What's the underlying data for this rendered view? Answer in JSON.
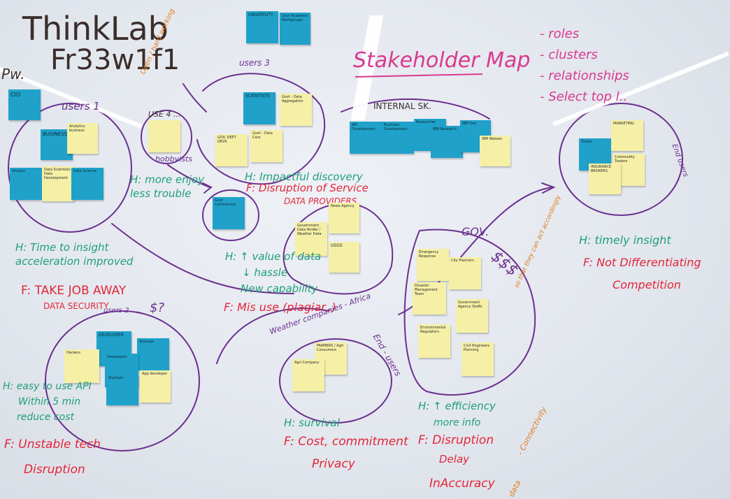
{
  "board": {
    "colors": {
      "board": "#e6e9ef",
      "ink_dark": "#3b2d2b",
      "ink_purple": "#6b2f8f",
      "ink_green": "#1fa07a",
      "ink_red": "#e3263a",
      "ink_magenta": "#d9398f",
      "ink_orange": "#e07a1f",
      "sticky_yellow": "#f5f0a6",
      "sticky_blue": "#1fa1c9"
    }
  },
  "header": {
    "title_line1": "ThinkLab",
    "title_line2": "Fr33w1f1",
    "side_label": "Pw."
  },
  "stakeholder_map": {
    "title": "Stakeholder Map",
    "agenda": [
      "- roles",
      "- clusters",
      "- relationships",
      "- Select top l.."
    ]
  },
  "clusters": {
    "users1": {
      "label": "users 1",
      "notes": [
        "CIO",
        "BUSINESS",
        "Analytics business",
        "Analyst",
        "Data Scientists Data Development",
        "Data Science"
      ],
      "h": "H: Time to insight acceleration improved",
      "f1": "F: TAKE JOB AWAY",
      "f2": "DATA SECURITY"
    },
    "users4": {
      "label": "USE 4 ...",
      "side_note": "Open / hard working",
      "bottom_label": "hobbyists",
      "h": "H: more enjoy less trouble"
    },
    "users3": {
      "label": "users 3",
      "notes": [
        "SCIENTISTS",
        "Govt - Data Aggregation",
        "GOV. DEPT DEVS",
        "Govt - Data Care"
      ],
      "h": "H: Impactful discovery"
    },
    "university": {
      "notes": [
        "UNIVERSITY",
        "Govt Academic Workgroups"
      ]
    },
    "internal": {
      "label": "INTERNAL SK.",
      "notes": [
        "API Development",
        "Business Development",
        "Researcher",
        "IBM Research",
        "IBM Dev",
        "IBM Watson"
      ]
    },
    "end_user": {
      "label": "End users",
      "notes": [
        "Trader",
        "MARKETING",
        "Commodity Traders",
        "INSURANCE BROKERS"
      ],
      "h": "H: timely insight",
      "f1": "F: Not Differentiating",
      "f2": "Competition"
    },
    "data_providers": {
      "label": "DATA PROVIDERS",
      "f_top": "F: Disruption of Service",
      "notes": [
        "News Agency",
        "Government Data Holder / Weather Data",
        "USGS",
        "Govt Commercial"
      ],
      "h1": "H: ↑ value of data",
      "h2": "↓ hassle",
      "h3": "New capability",
      "f": "F: Mis use (plagiar..)"
    },
    "gov": {
      "label": "GOV.",
      "money": "$$$",
      "notes": [
        "Emergency Response",
        "City Planners",
        "Disaster Management Team",
        "Government Agency Staffs",
        "Environmental Regulators",
        "Civil Engineers Planning"
      ],
      "h1": "H: ↑ efficiency",
      "h2": "more info",
      "f1": "F: Disruption",
      "f2": "Delay",
      "f3": "InAccuracy",
      "side1": "so that they can act accordingly",
      "side2": "- Connectivity",
      "side3": "- data"
    },
    "users2": {
      "label": "users 2",
      "money": "$?",
      "notes": [
        "Startups",
        "DEVELOPER",
        "Developers",
        "Startups",
        "App developer",
        "Hackers"
      ],
      "h1": "H: easy to use API",
      "h2": "Within 5 min",
      "h3": "reduce cost",
      "f1": "F: Unstable tech",
      "f2": "Disruption"
    },
    "end_users_bottom": {
      "label": "End - users",
      "top": "Weather companies - Africa",
      "notes": [
        "FARMERS / Agri Consumers",
        "Agri Company"
      ],
      "h": "H: survival",
      "f1": "F: Cost, commitment",
      "f2": "Privacy"
    }
  }
}
